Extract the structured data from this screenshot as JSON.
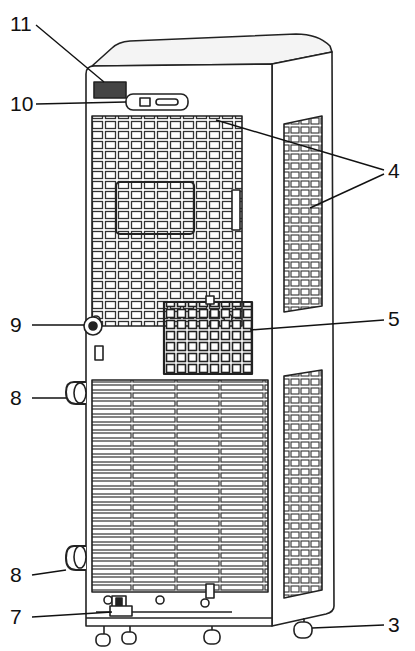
{
  "diagram": {
    "labels": [
      "11",
      "10",
      "4",
      "9",
      "5",
      "8",
      "8",
      "7",
      "3"
    ]
  }
}
